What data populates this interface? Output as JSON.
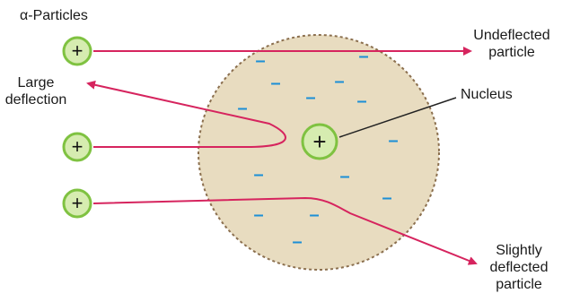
{
  "labels": {
    "alpha_particles": "α-Particles",
    "undeflected": [
      "Undeflected",
      "particle"
    ],
    "large_deflection": [
      "Large",
      "deflection"
    ],
    "nucleus": "Nucleus",
    "slightly_deflected": [
      "Slightly",
      "deflected",
      "particle"
    ]
  },
  "symbols": {
    "plus": "+",
    "minus": "–"
  },
  "colors": {
    "atom_fill": "#e8dcc0",
    "atom_border": "#8b6f4e",
    "particle_fill": "#d6ecb0",
    "particle_ring": "#7fc241",
    "path": "#d6245e",
    "electron": "#1c8fd6",
    "pointer_line": "#222222"
  }
}
